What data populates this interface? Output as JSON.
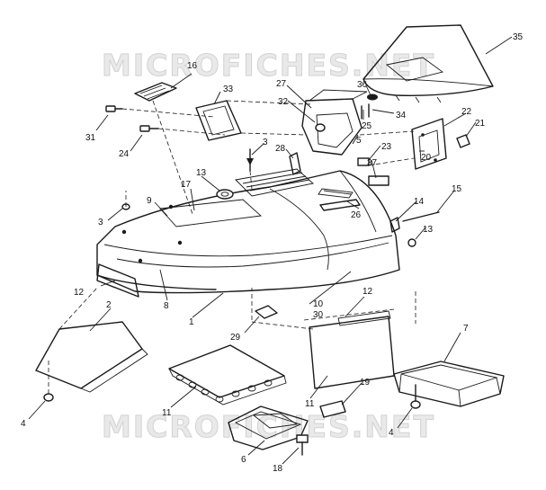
{
  "watermark": {
    "text": "MICROFICHES.NET"
  },
  "callouts": [
    {
      "id": "c1",
      "text": "1"
    },
    {
      "id": "c2",
      "text": "2"
    },
    {
      "id": "c3a",
      "text": "3"
    },
    {
      "id": "c3b",
      "text": "3"
    },
    {
      "id": "c4a",
      "text": "4"
    },
    {
      "id": "c4b",
      "text": "4"
    },
    {
      "id": "c5",
      "text": "5"
    },
    {
      "id": "c6",
      "text": "6"
    },
    {
      "id": "c7",
      "text": "7"
    },
    {
      "id": "c8",
      "text": "8"
    },
    {
      "id": "c9",
      "text": "9"
    },
    {
      "id": "c10",
      "text": "10"
    },
    {
      "id": "c30",
      "text": "30"
    },
    {
      "id": "c11a",
      "text": "11"
    },
    {
      "id": "c11b",
      "text": "11"
    },
    {
      "id": "c12a",
      "text": "12"
    },
    {
      "id": "c12b",
      "text": "12"
    },
    {
      "id": "c13a",
      "text": "13"
    },
    {
      "id": "c13b",
      "text": "13"
    },
    {
      "id": "c14",
      "text": "14"
    },
    {
      "id": "c15",
      "text": "15"
    },
    {
      "id": "c16",
      "text": "16"
    },
    {
      "id": "c17",
      "text": "17"
    },
    {
      "id": "c18",
      "text": "18"
    },
    {
      "id": "c19",
      "text": "19"
    },
    {
      "id": "c20",
      "text": "20"
    },
    {
      "id": "c21",
      "text": "21"
    },
    {
      "id": "c22",
      "text": "22"
    },
    {
      "id": "c23",
      "text": "23"
    },
    {
      "id": "c24",
      "text": "24"
    },
    {
      "id": "c25",
      "text": "25"
    },
    {
      "id": "c26",
      "text": "26"
    },
    {
      "id": "c27",
      "text": "27"
    },
    {
      "id": "c28",
      "text": "28"
    },
    {
      "id": "c29",
      "text": "29"
    },
    {
      "id": "c31",
      "text": "31"
    },
    {
      "id": "c32",
      "text": "32"
    },
    {
      "id": "c33",
      "text": "33"
    },
    {
      "id": "c34",
      "text": "34"
    },
    {
      "id": "c35",
      "text": "35"
    },
    {
      "id": "c36",
      "text": "36"
    },
    {
      "id": "c37",
      "text": "37"
    }
  ]
}
